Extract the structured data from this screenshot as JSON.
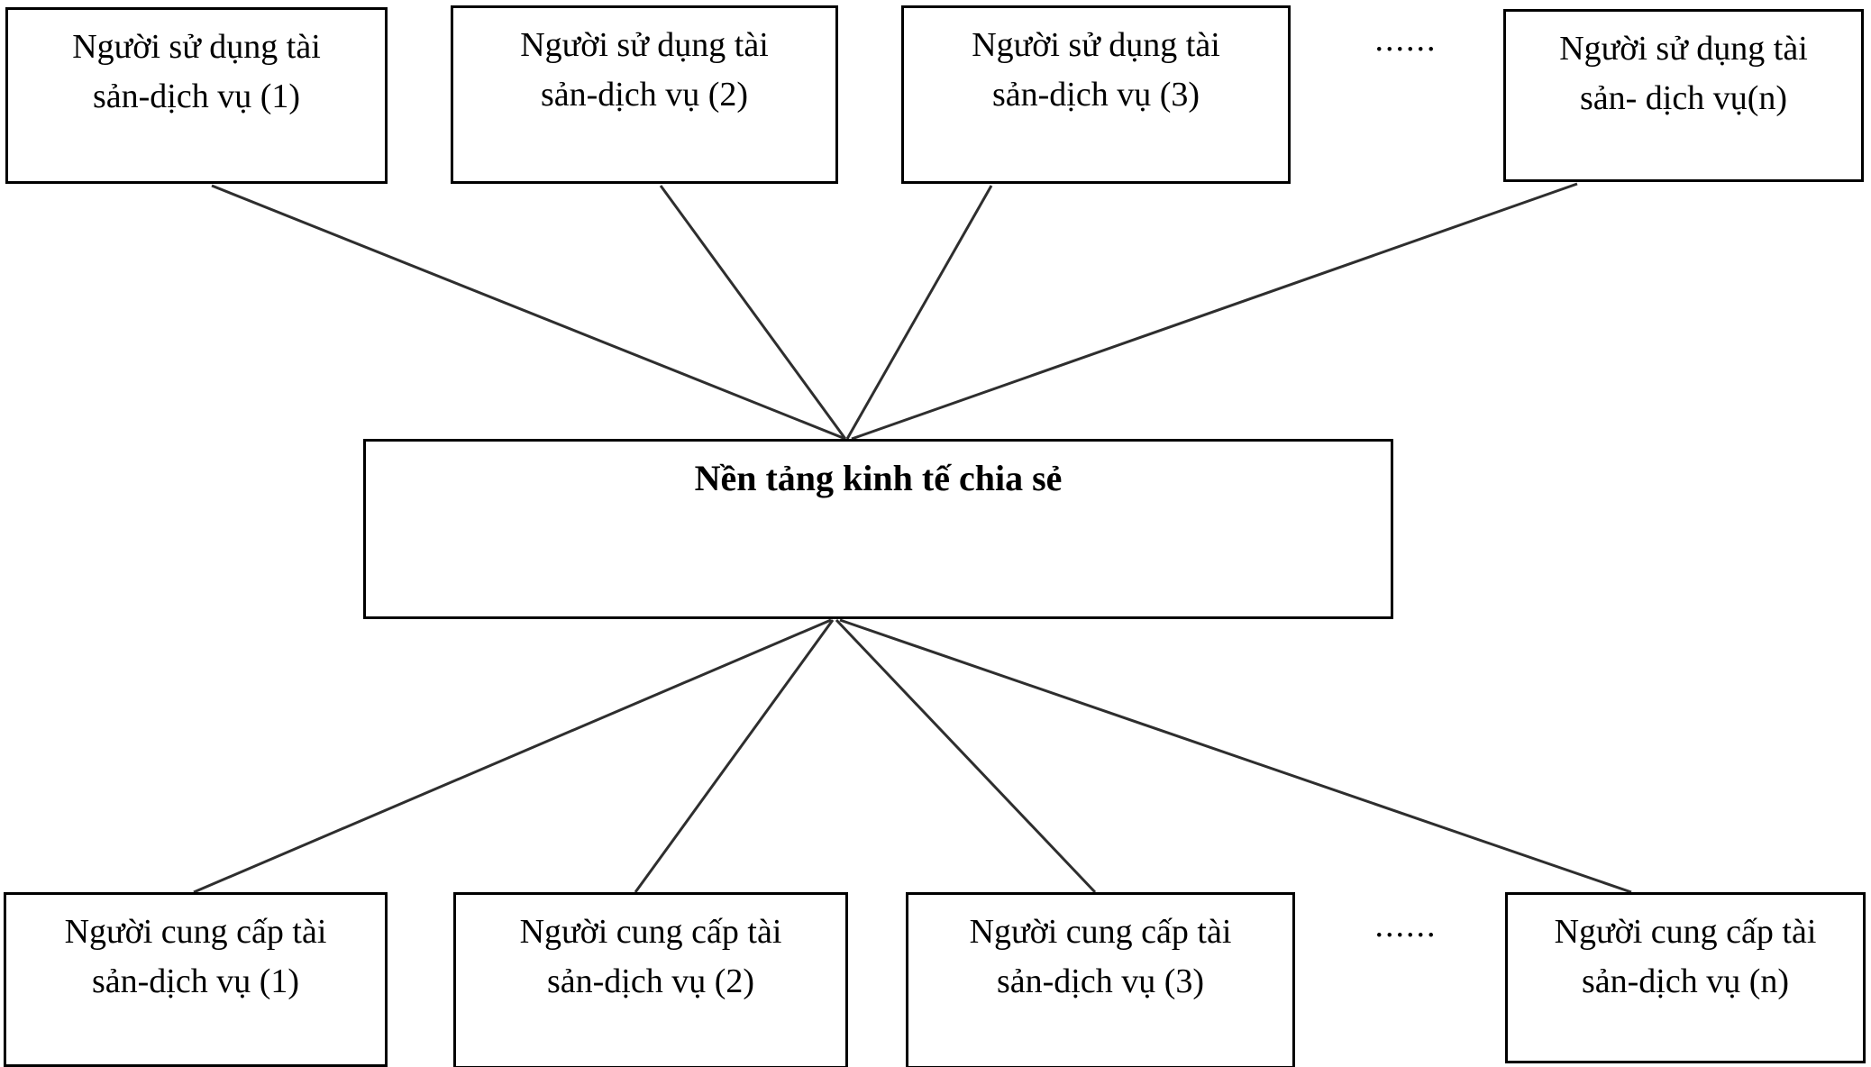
{
  "diagram": {
    "center": {
      "label": "Nền tảng kinh tế chia sẻ"
    },
    "top_row": {
      "role": "users",
      "ellipsis": "......",
      "boxes": [
        {
          "label": "Người sử dụng tài\nsản-dịch vụ (1)"
        },
        {
          "label": "Người sử dụng tài\nsản-dịch vụ (2)"
        },
        {
          "label": "Người sử dụng tài\nsản-dịch vụ (3)"
        },
        {
          "label": "Người sử dụng tài\nsản- dịch vụ(n)"
        }
      ]
    },
    "bottom_row": {
      "role": "providers",
      "ellipsis": "......",
      "boxes": [
        {
          "label": "Người cung cấp tài\nsản-dịch vụ (1)"
        },
        {
          "label": "Người cung cấp tài\nsản-dịch vụ (2)"
        },
        {
          "label": "Người cung cấp tài\nsản-dịch vụ (3)"
        },
        {
          "label": "Người cung cấp tài\nsản-dịch vụ (n)"
        }
      ]
    },
    "line_color": "#2e2e2e"
  }
}
